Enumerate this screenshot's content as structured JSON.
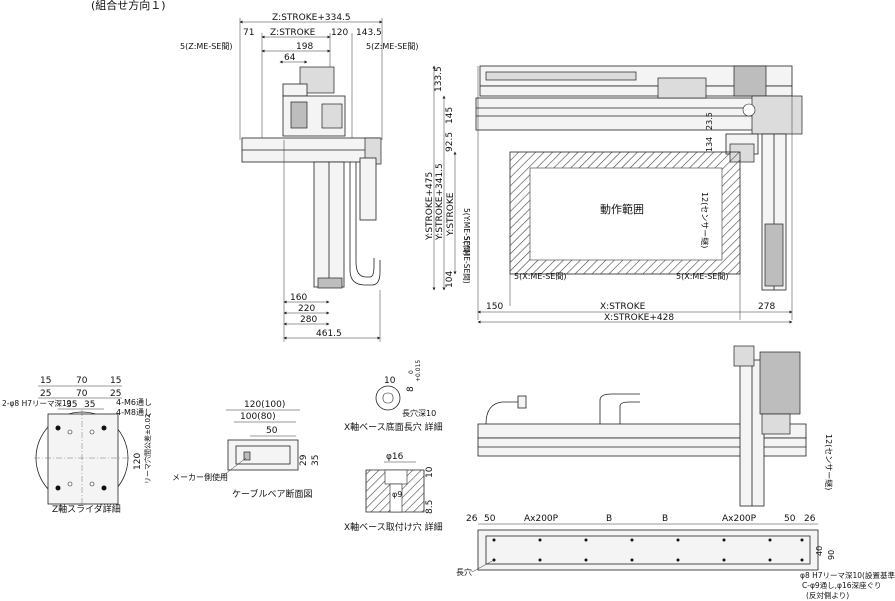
{
  "header": {
    "title": "(組合せ方向１)"
  },
  "top_view": {
    "dims_top": [
      "Z:STROKE+334.5",
      "Z:STROKE",
      "71",
      "120",
      "143.5",
      "198",
      "64"
    ],
    "me_se_left": "5(Z:ME-SE間)",
    "me_se_right": "5(Z:ME-SE間)",
    "dims_bottom": [
      "160",
      "220",
      "280",
      "461.5"
    ]
  },
  "side_view": {
    "y_dims": [
      "Y:STROKE+475",
      "Y:STROKE+341.5",
      "Y:STROKE",
      "5(Y:ME-SE間)",
      "5(Y:ME-SE間)"
    ],
    "left_dims": [
      "133.5",
      "145",
      "92.5",
      "104"
    ],
    "right_dims": [
      "23.5",
      "134"
    ],
    "area_label": "動作範囲",
    "sensor_label": "12(センサー継)",
    "x_me_se_left": "5(X:ME-SE間)",
    "x_me_se_right": "5(X:ME-SE間)",
    "bottom_dims": [
      "150",
      "X:STROKE",
      "278",
      "X:STROKE+428"
    ]
  },
  "z_slider": {
    "dims": [
      "15",
      "70",
      "15",
      "25",
      "70",
      "25",
      "35",
      "35"
    ],
    "hole_notes": [
      "2-φ8 H7リーマ深10",
      "4-M6通し",
      "4-M8通し"
    ],
    "side_dims": [
      "120",
      "リーマ穴間公差±0.02"
    ],
    "caption": "Z軸スライダ詳細"
  },
  "cable_bear": {
    "dims": [
      "120(100)",
      "100(80)",
      "50",
      "29",
      "35"
    ],
    "maker_label": "メーカー側使用",
    "caption": "ケーブルベア断面図"
  },
  "x_base_slot": {
    "dims": [
      "10",
      "8",
      "+0.015",
      "0"
    ],
    "slot_note": "長穴深10",
    "caption": "X軸ベース底面長穴 詳細"
  },
  "x_base_mount": {
    "dims": [
      "φ16",
      "10",
      "φ9",
      "8.5"
    ],
    "caption": "X軸ベース取付け穴 詳細"
  },
  "front_view": {
    "sensor_label": "12(センサー継)"
  },
  "base_view": {
    "dims": [
      "26",
      "50",
      "Ax200P",
      "B",
      "B",
      "Ax200P",
      "50",
      "26"
    ],
    "right_dims": [
      "40",
      "90"
    ],
    "slot_label": "長穴",
    "notes": [
      "φ8 H7リーマ深10(設置基準)",
      "C-φ9通し,φ16深座ぐり",
      "(反対側より)"
    ]
  }
}
